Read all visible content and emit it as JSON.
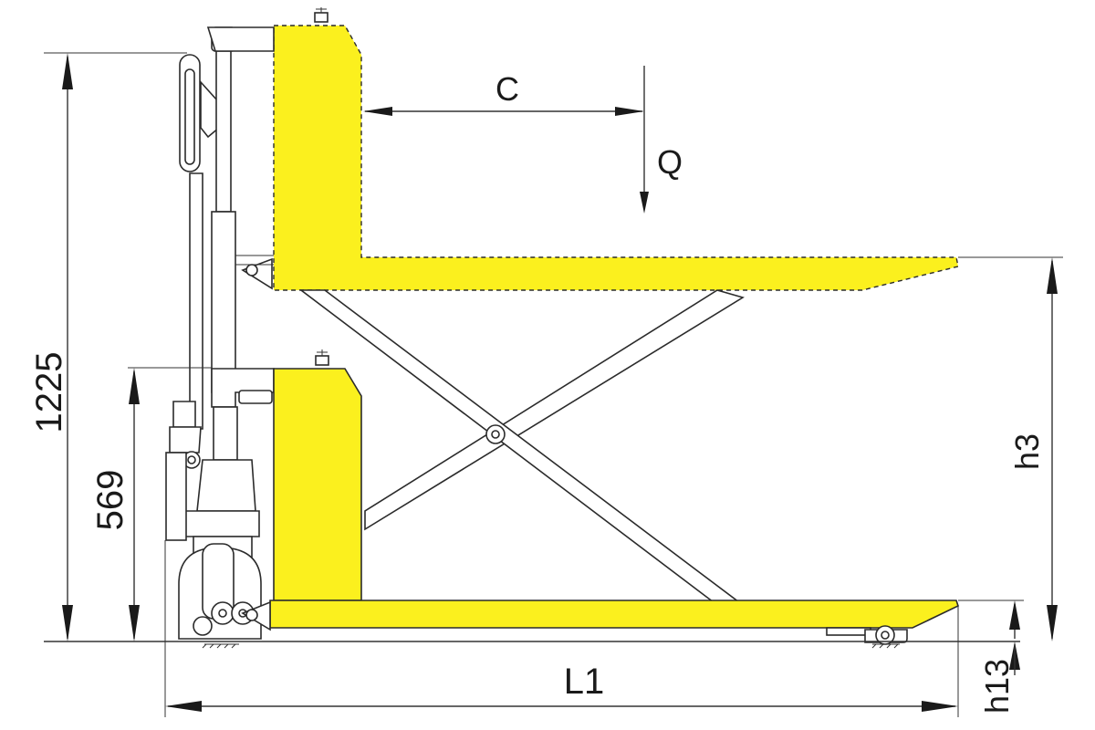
{
  "dimensions": {
    "max_height": "1225",
    "lowered_handle_height": "569",
    "lift_height": "h3",
    "fork_height": "h13",
    "overall_length": "L1",
    "load_center": "C",
    "load": "Q"
  },
  "colors": {
    "fork": "#fbf01e",
    "outline": "#2b2b2b",
    "background": "#ffffff"
  }
}
